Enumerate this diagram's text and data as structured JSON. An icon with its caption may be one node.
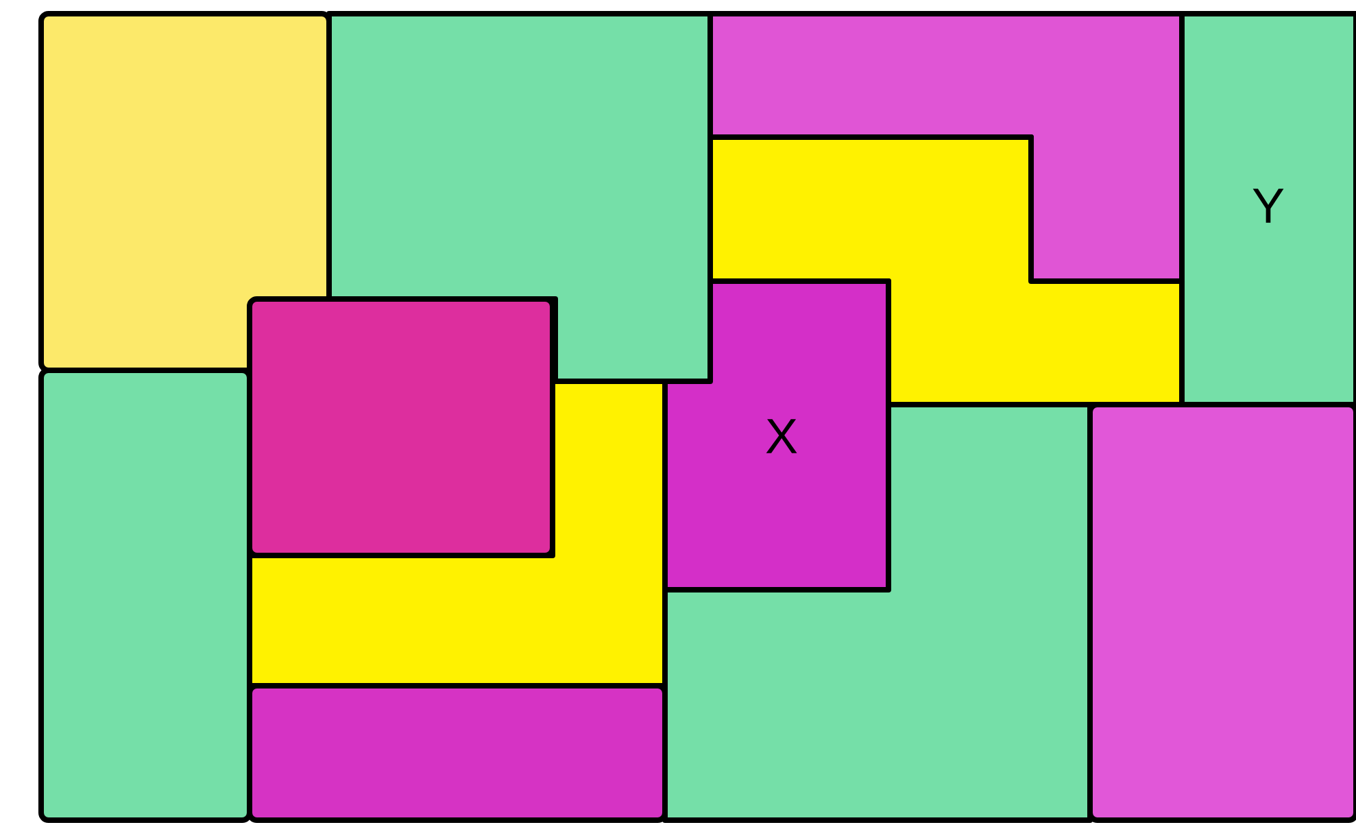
{
  "diagram": {
    "nodes": [
      {
        "text": [],
        "shape": "box"
      },
      {
        "text": [],
        "shape": "polygon"
      },
      {
        "text": [],
        "shape": "polygon"
      },
      {
        "text": [
          "Y"
        ]
      },
      {
        "text": [],
        "shape": "polygon"
      },
      {
        "text": [],
        "shape": "box"
      },
      {
        "text": [],
        "shape": "box"
      },
      {
        "text": [
          "X"
        ]
      },
      {
        "text": [],
        "shape": "polygon"
      },
      {
        "text": [],
        "shape": "polygon"
      },
      {
        "text": [],
        "shape": "box"
      },
      {
        "text": [],
        "shape": "box"
      }
    ],
    "edges": []
  }
}
